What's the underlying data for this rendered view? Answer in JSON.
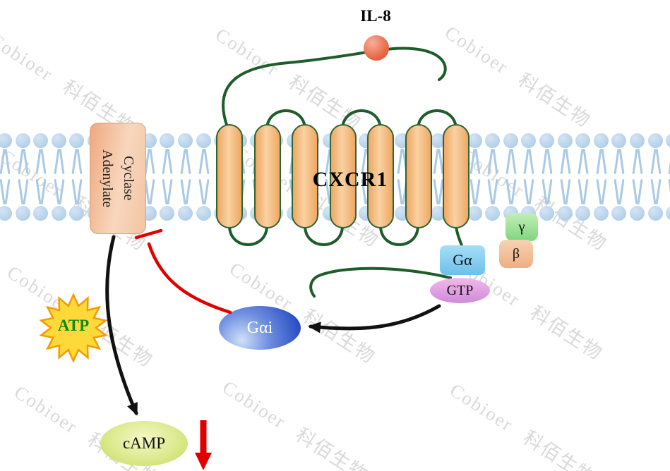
{
  "watermark": {
    "text": "Cobioer 科佰生物"
  },
  "labels": {
    "il8": "IL-8",
    "receptor": "CXCR1",
    "adenylate_cyclase": "Adenylate Cyclase",
    "g_alpha": "Gα",
    "gtp": "GTP",
    "g_alpha_i": "Gαi",
    "gamma": "γ",
    "beta": "β",
    "atp": "ATP",
    "camp": "cAMP"
  },
  "colors": {
    "loop_green": "#1f5c2b",
    "helix_orange": "#f5bd85",
    "membrane_blue": "#b3d0ea",
    "inhibition_red": "#e10000",
    "arrow_black": "#111111",
    "atp_text_green": "#118a11",
    "star_yellow": "#ffd83a",
    "star_outline_orange": "#f49b00"
  }
}
